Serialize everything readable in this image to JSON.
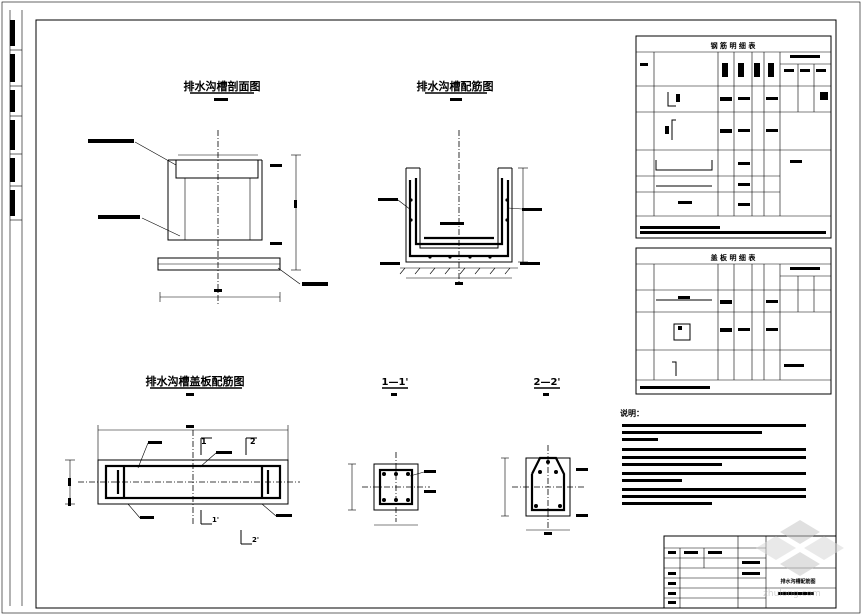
{
  "drawing": {
    "section_title_1": "排水沟槽剖面图",
    "section_title_2": "排水沟槽配筋图",
    "section_title_3": "排水沟槽盖板配筋图",
    "section_a": "1—1'",
    "section_b": "2—2'",
    "cut_mark_1": "1",
    "cut_mark_2": "2",
    "cut_mark_1b": "1'",
    "cut_mark_2b": "2'",
    "notes_title": "说明："
  },
  "tables": {
    "rebar_table_title": "钢 筋 明 细 表",
    "cover_table_title": "盖 板 明 细 表"
  },
  "title_block": {
    "drawing_name": "排水沟槽配筋图"
  },
  "watermark": {
    "text": "zhulong.com"
  },
  "colors": {
    "line": "#000000",
    "background": "#ffffff",
    "watermark": "#c8c8c8"
  }
}
